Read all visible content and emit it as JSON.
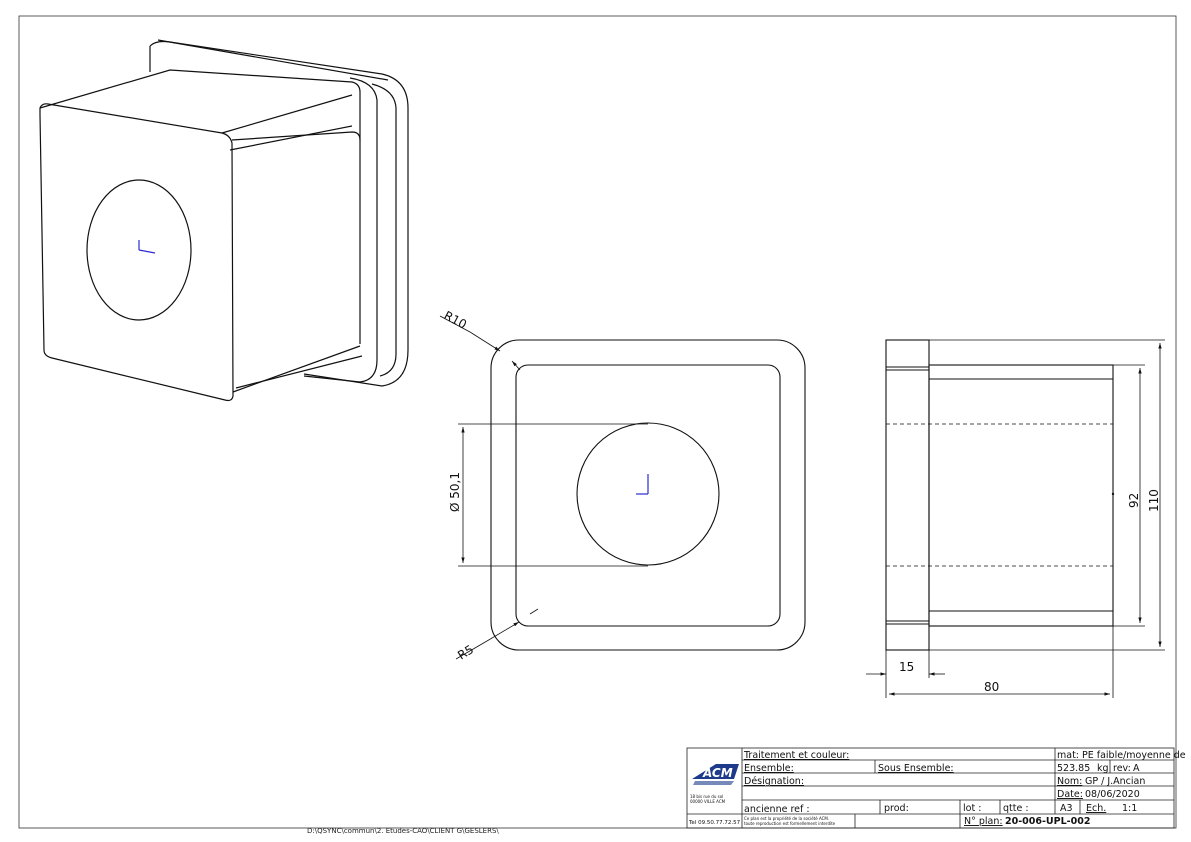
{
  "drawing": {
    "dimensions": {
      "r_outer": "R10",
      "r_inner": "R5",
      "diameter": "Ø 50,1",
      "height_inner": "92",
      "height_outer": "110",
      "width_flange": "15",
      "width_total": "80"
    }
  },
  "title_block": {
    "treatment_label": "Traitement et couleur:",
    "assembly_label": "Ensemble:",
    "subassembly_label": "Sous Ensemble:",
    "designation_label": "Désignation:",
    "old_ref_label": "ancienne ref :",
    "prod_label": "prod:",
    "lot_label": "lot :",
    "qty_label": "qtte :",
    "plan_no_label": "N° plan:",
    "plan_no": "20-006-UPL-002",
    "mat_label": "mat:",
    "material": "PE faible/moyenne de",
    "weight": "523.85",
    "weight_unit": "kg",
    "rev_label": "rev:",
    "rev": "A",
    "name_label": "Nom:",
    "name": "GP / J.Ancian",
    "date_label": "Date:",
    "date": "08/06/2020",
    "format": "A3",
    "scale_label": "Ech.",
    "scale": "1:1",
    "phone": "Tel 09.50.77.72.57",
    "copyright_line1": "Ce plan est la propriété de la société ACM.",
    "copyright_line2": "toute reproduction est formellement interdite",
    "address_line1": "18 bis rue du sol",
    "address_line2": "00000  VILLE ACM",
    "logo_text": "ACM"
  },
  "footer": {
    "file_path": "D:\\QSYNC\\commun\\2. Etudes-CAO\\CLIENT G\\GESLERS\\"
  }
}
